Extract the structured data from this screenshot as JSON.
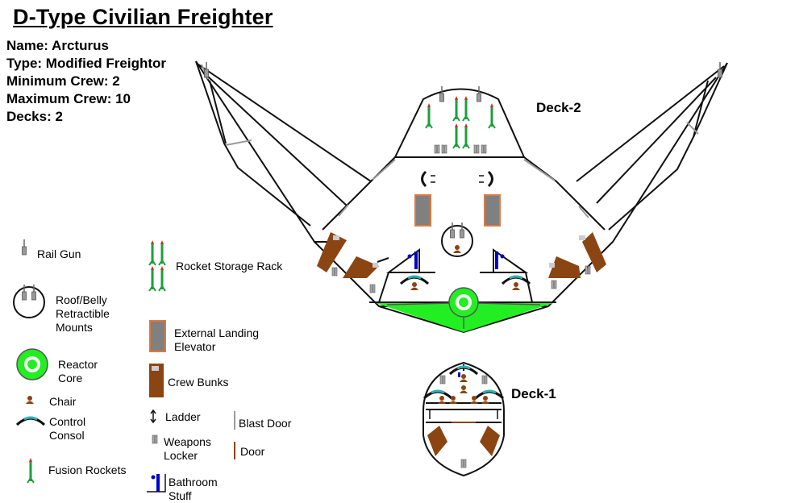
{
  "title": "D-Type Civilian Freighter",
  "info": {
    "name": "Name: Arcturus",
    "type": "Type: Modified Freightor",
    "min_crew": "Minimum Crew: 2",
    "max_crew": "Maximum Crew: 10",
    "decks": "Decks: 2"
  },
  "decks": {
    "upper": "Deck-2",
    "lower": "Deck-1"
  },
  "legend": {
    "rail_gun": "Rail Gun",
    "mounts_1": "Roof/Belly",
    "mounts_2": "Retractible",
    "mounts_3": "Mounts",
    "reactor_1": "Reactor",
    "reactor_2": "Core",
    "chair": "Chair",
    "console_1": "Control",
    "console_2": "Consol",
    "fusion": "Fusion Rockets",
    "rack": "Rocket Storage Rack",
    "elevator_1": "External Landing",
    "elevator_2": "Elevator",
    "bunks": "Crew Bunks",
    "ladder": "Ladder",
    "locker_1": "Weapons",
    "locker_2": "Locker",
    "bath_1": "Bathroom",
    "bath_2": "Stuff",
    "blast": "Blast Door",
    "door": "Door"
  },
  "colors": {
    "reactor_green": "#22ee22",
    "bunk_brown": "#8b4513",
    "elevator_grey": "#808080",
    "elevator_border": "#e07840",
    "console_teal": "#30b0b0",
    "bath_blue": "#0000cc",
    "rocket_green": "#1e9e3c",
    "rocket_red": "#cc3322"
  }
}
